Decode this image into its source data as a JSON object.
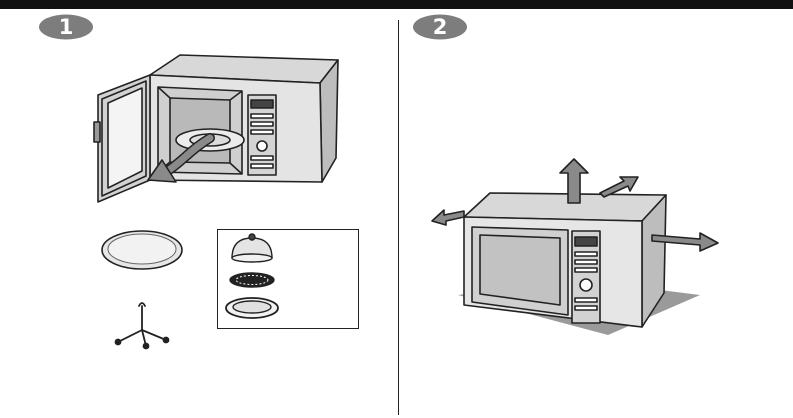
{
  "steps": [
    {
      "number": "1",
      "image": "open-microwave-remove-turntable"
    },
    {
      "number": "2",
      "image": "microwave-clearance-arrows"
    }
  ],
  "accessories": [
    "glass-turntable",
    "roller-support",
    "crisp-cover",
    "crisp-grill-rack",
    "crisp-plate"
  ]
}
